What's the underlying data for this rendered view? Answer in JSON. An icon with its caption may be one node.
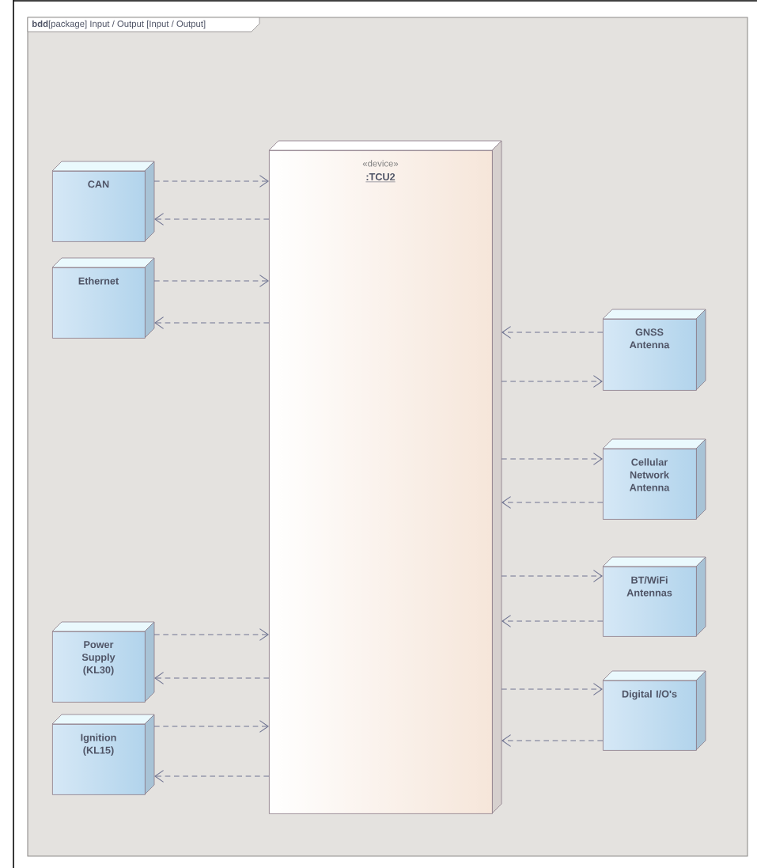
{
  "diagram": {
    "nodes": [
      {
        "text": [
          "**bdd**[package] Input / Output [Input / Output]"
        ]
      },
      {
        "text": [
          "«device»",
          ":TCU2"
        ],
        "in": 0
      },
      {
        "text": [
          "CAN"
        ],
        "in": 0
      },
      {
        "text": [
          "Ethernet"
        ],
        "in": 0
      },
      {
        "text": [
          "GNSS Antenna"
        ],
        "in": 0
      },
      {
        "text": [
          "Cellular Network Antenna"
        ],
        "in": 0
      },
      {
        "text": [
          "BT/WiFi Antennas"
        ],
        "in": 0
      },
      {
        "text": [
          "Power Supply (KL30)"
        ],
        "in": 0
      },
      {
        "text": [
          "Digital I/O's"
        ],
        "in": 0
      },
      {
        "text": [
          "Ignition (KL15)"
        ],
        "in": 0
      }
    ],
    "edges": [
      {
        "from": 2,
        "to": 1,
        "arrow": "to"
      },
      {
        "from": 1,
        "to": 2,
        "arrow": "to"
      },
      {
        "from": 3,
        "to": 1,
        "arrow": "to"
      },
      {
        "from": 1,
        "to": 3,
        "arrow": "to"
      },
      {
        "from": 4,
        "to": 1,
        "arrow": "to"
      },
      {
        "from": 1,
        "to": 4,
        "arrow": "to"
      },
      {
        "from": 1,
        "to": 5,
        "arrow": "to"
      },
      {
        "from": 5,
        "to": 1,
        "arrow": "to"
      },
      {
        "from": 1,
        "to": 6,
        "arrow": "to"
      },
      {
        "from": 6,
        "to": 1,
        "arrow": "to"
      },
      {
        "from": 7,
        "to": 1,
        "arrow": "to"
      },
      {
        "from": 1,
        "to": 7,
        "arrow": "to"
      },
      {
        "from": 1,
        "to": 8,
        "arrow": "to"
      },
      {
        "from": 8,
        "to": 1,
        "arrow": "to"
      },
      {
        "from": 9,
        "to": 1,
        "arrow": "to"
      },
      {
        "from": 1,
        "to": 9,
        "arrow": "to"
      }
    ]
  }
}
